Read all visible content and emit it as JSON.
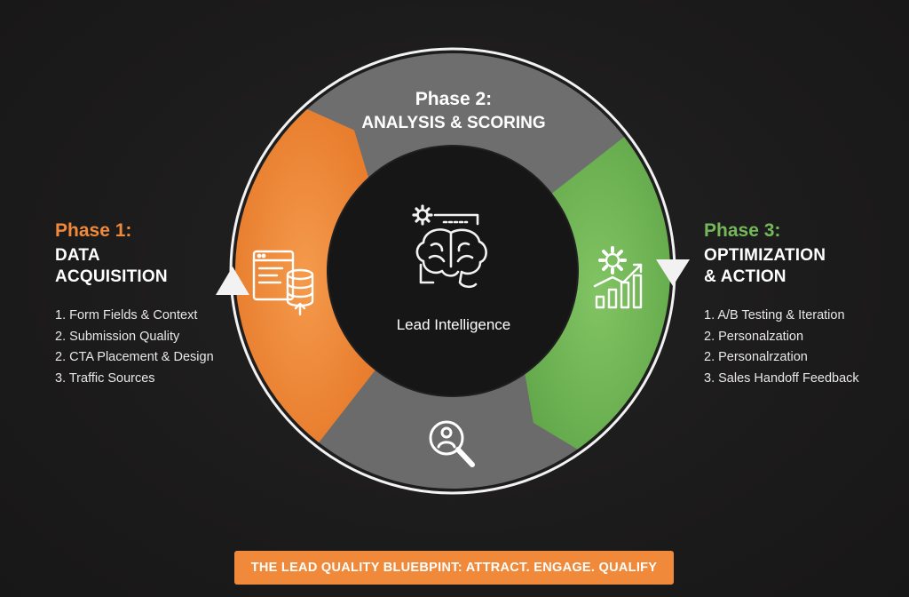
{
  "phase1": {
    "number": "Phase 1:",
    "title_line1": "DATA",
    "title_line2": "ACQUISITION",
    "items": [
      "1. Form Fields & Context",
      "2. Submission Quality",
      "2. CTA Placement & Design",
      "3. Traffic Sources"
    ]
  },
  "phase2": {
    "number": "Phase 2:",
    "title": "ANALYSIS & SCORING"
  },
  "phase3": {
    "number": "Phase 3:",
    "title_line1": "OPTIMIZATION",
    "title_line2": "& ACTION",
    "items": [
      "1. A/B Testing & Iteration",
      "2. Personalzation",
      "2. Personalrzation",
      "3. Sales Handoff Feedback"
    ]
  },
  "center": {
    "label": "Lead Intelligence"
  },
  "icons": {
    "center": "brain-gears-icon",
    "phase1": "form-database-icon",
    "phase3": "gear-growth-chart-icon",
    "bottom": "magnifier-person-icon"
  },
  "banner": {
    "text": "THE LEAD QUALITY BLUEBPINT: ATTRACT. ENGAGE. QUALIFY"
  },
  "colors": {
    "background": "#1b1a1a",
    "orange": "#f08a3a",
    "green": "#74b85a",
    "gray": "#6e6e6e",
    "center": "#151515",
    "outline": "#f2f2f2"
  }
}
